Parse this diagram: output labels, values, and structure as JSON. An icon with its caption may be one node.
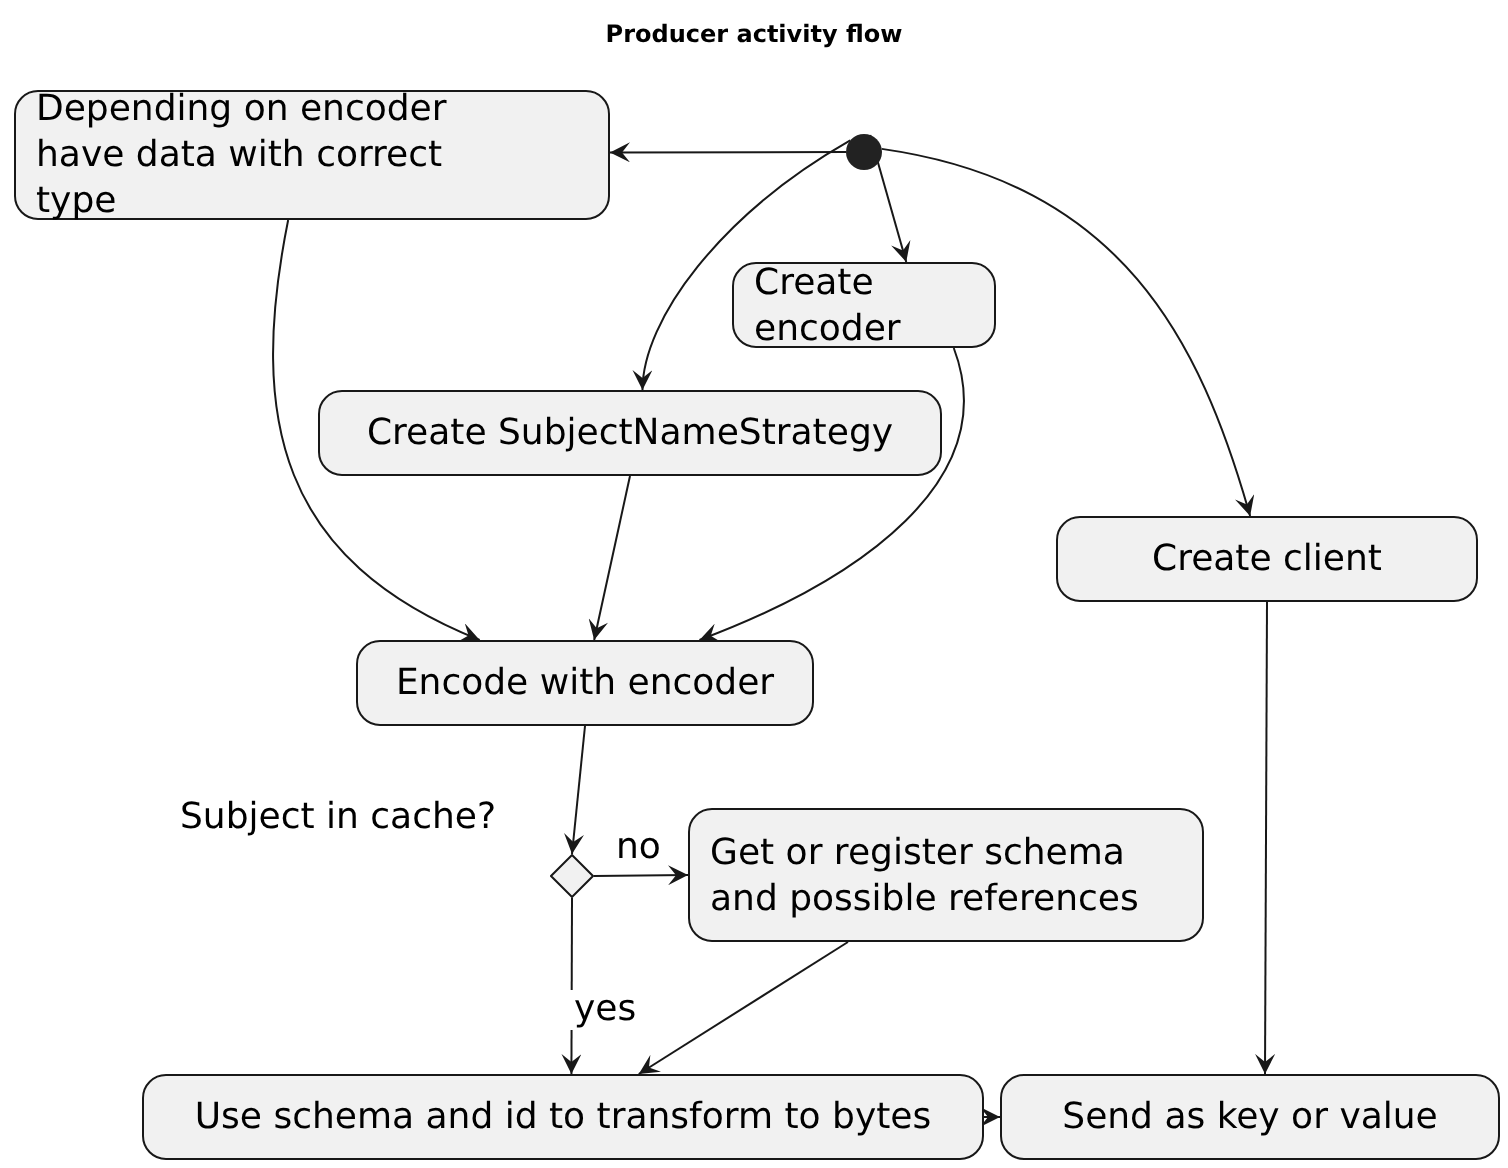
{
  "diagram": {
    "title": "Producer activity flow",
    "nodes": [
      {
        "text": [],
        "shape": "circle"
      },
      {
        "text": [
          "Depending on encoder have data with correct type"
        ]
      },
      {
        "text": [
          "Create encoder"
        ]
      },
      {
        "text": [
          "Create SubjectNameStrategy"
        ]
      },
      {
        "text": [
          "Create client"
        ]
      },
      {
        "text": [
          "Encode with encoder"
        ]
      },
      {
        "text": [],
        "shape": "diamond",
        "beside": [
          "Subject in cache?"
        ]
      },
      {
        "text": [
          "Get or register schema and possible references"
        ]
      },
      {
        "text": [
          "Use schema and id to transform to bytes"
        ]
      },
      {
        "text": [
          "Send as key or value"
        ]
      }
    ],
    "edges": [
      {
        "from": 0,
        "to": 1,
        "arrow": "to"
      },
      {
        "from": 0,
        "to": 2,
        "arrow": "to"
      },
      {
        "from": 0,
        "to": 3,
        "arrow": "to"
      },
      {
        "from": 0,
        "to": 4,
        "arrow": "to"
      },
      {
        "from": 1,
        "to": 5,
        "arrow": "to"
      },
      {
        "from": 3,
        "to": 5,
        "arrow": "to"
      },
      {
        "from": 2,
        "to": 5,
        "arrow": "to"
      },
      {
        "from": 5,
        "to": 6,
        "arrow": "to"
      },
      {
        "from": 6,
        "to": 7,
        "arrow": "to",
        "label": "no"
      },
      {
        "from": 6,
        "to": 8,
        "arrow": "to",
        "label": "yes"
      },
      {
        "from": 7,
        "to": 8,
        "arrow": "to"
      },
      {
        "from": 8,
        "to": 9,
        "arrow": "to"
      },
      {
        "from": 4,
        "to": 9,
        "arrow": "to"
      }
    ]
  }
}
